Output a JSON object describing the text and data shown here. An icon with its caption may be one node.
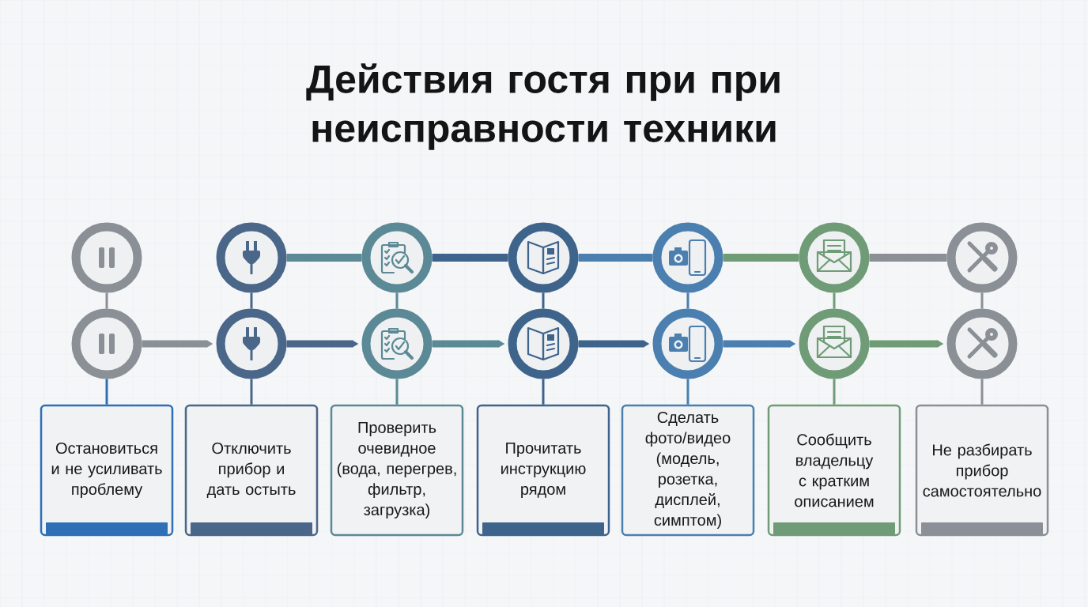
{
  "diagram": {
    "title": "Действия гостя при при неисправности техники",
    "nodes": [
      {
        "text": [],
        "shape": "circle"
      },
      {
        "text": [],
        "shape": "circle"
      },
      {
        "text": [],
        "shape": "circle"
      },
      {
        "text": [],
        "shape": "circle"
      },
      {
        "text": [],
        "shape": "circle"
      },
      {
        "text": [],
        "shape": "circle"
      },
      {
        "text": [],
        "shape": "circle"
      },
      {
        "text": [],
        "shape": "circle"
      },
      {
        "text": [],
        "shape": "circle"
      },
      {
        "text": [],
        "shape": "circle"
      },
      {
        "text": [],
        "shape": "circle"
      },
      {
        "text": [],
        "shape": "circle"
      },
      {
        "text": [],
        "shape": "circle"
      },
      {
        "text": [],
        "shape": "circle"
      },
      {
        "text": [
          "Остановиться и не усиливать проблему"
        ]
      },
      {
        "text": [
          "Отключить прибор и дать остыть"
        ]
      },
      {
        "text": [
          "Проверить очевидное (вода, перегрев, фильтр, загрузка)"
        ]
      },
      {
        "text": [
          "Прочитать инструкцию рядом"
        ]
      },
      {
        "text": [
          "Сделать фото/видео (модель, розетка, дисплей, симптом)"
        ]
      },
      {
        "text": [
          "Сообщить владельцу с кратким описанием"
        ]
      },
      {
        "text": [
          "Не разбирать прибор самостоятельно"
        ]
      }
    ],
    "edges": [
      {
        "from": 1,
        "to": 2,
        "arrow": "none",
        "style": "thick",
        "color": "#5b8a96"
      },
      {
        "from": 2,
        "to": 3,
        "arrow": "none",
        "style": "thick",
        "color": "#3f648c"
      },
      {
        "from": 3,
        "to": 4,
        "arrow": "none",
        "style": "thick",
        "color": "#4a7fb0"
      },
      {
        "from": 4,
        "to": 5,
        "arrow": "none",
        "style": "thick",
        "color": "#6f9c76"
      },
      {
        "from": 5,
        "to": 6,
        "arrow": "none",
        "style": "thick",
        "color": "#8a9095"
      },
      {
        "from": 0,
        "to": 7,
        "arrow": "none",
        "color": "#8a9095"
      },
      {
        "from": 1,
        "to": 8,
        "arrow": "none",
        "color": "#4a6688"
      },
      {
        "from": 2,
        "to": 9,
        "arrow": "none",
        "color": "#5b8a96"
      },
      {
        "from": 3,
        "to": 10,
        "arrow": "none",
        "color": "#3f648c"
      },
      {
        "from": 4,
        "to": 11,
        "arrow": "none",
        "color": "#4a7fb0"
      },
      {
        "from": 5,
        "to": 12,
        "arrow": "none",
        "color": "#6f9c76"
      },
      {
        "from": 6,
        "to": 13,
        "arrow": "none",
        "color": "#8a9095"
      },
      {
        "from": 7,
        "to": 8,
        "arrow": "to",
        "style": "thick",
        "color": "#8a9095"
      },
      {
        "from": 8,
        "to": 9,
        "arrow": "to",
        "style": "thick",
        "color": "#4a6688"
      },
      {
        "from": 9,
        "to": 10,
        "arrow": "to",
        "style": "thick",
        "color": "#5b8a96"
      },
      {
        "from": 10,
        "to": 11,
        "arrow": "to",
        "style": "thick",
        "color": "#3f648c"
      },
      {
        "from": 11,
        "to": 12,
        "arrow": "to",
        "style": "thick",
        "color": "#4a7fb0"
      },
      {
        "from": 12,
        "to": 13,
        "arrow": "to",
        "style": "thick",
        "color": "#6f9c76"
      },
      {
        "from": 7,
        "to": 14,
        "arrow": "none",
        "color": "#2f6fb5"
      },
      {
        "from": 8,
        "to": 15,
        "arrow": "none",
        "color": "#4a6688"
      },
      {
        "from": 9,
        "to": 16,
        "arrow": "none",
        "color": "#5b8a96"
      },
      {
        "from": 10,
        "to": 17,
        "arrow": "none",
        "color": "#3f648c"
      },
      {
        "from": 11,
        "to": 18,
        "arrow": "none",
        "color": "#4a7fb0"
      },
      {
        "from": 12,
        "to": 19,
        "arrow": "none",
        "color": "#6f9c76"
      },
      {
        "from": 13,
        "to": 20,
        "arrow": "none",
        "color": "#8a9095"
      }
    ]
  }
}
